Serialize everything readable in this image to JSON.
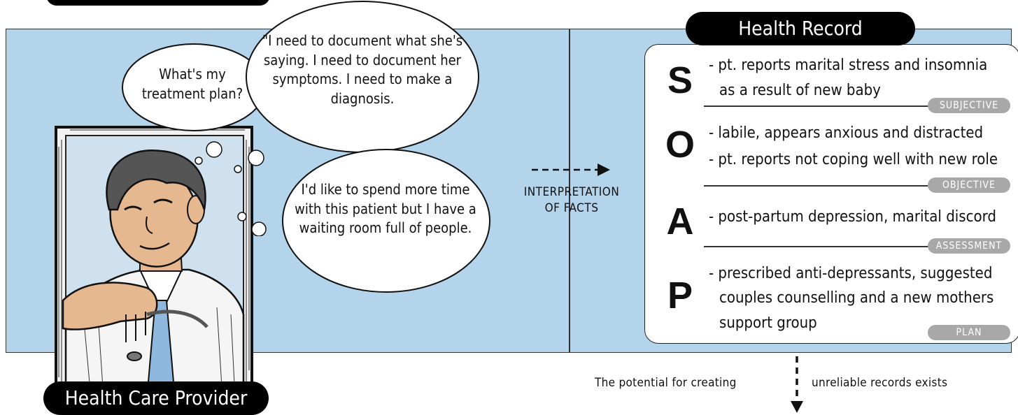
{
  "provider": {
    "label": "Health Care Provider",
    "thoughts": {
      "treatment": "What's my treatment plan?",
      "document": "\"I need to document what she's saying. I need to document her symptoms. I need to make a diagnosis.",
      "time": "I'd like to spend more time with this patient but I have a waiting room full of people."
    }
  },
  "interpretation": {
    "line1": "INTERPRETATION",
    "line2": "OF FACTS"
  },
  "record": {
    "title": "Health Record",
    "sections": [
      {
        "letter": "S",
        "lines": [
          "- pt. reports marital stress and insomnia",
          "as a result of new baby"
        ],
        "tag": "SUBJECTIVE"
      },
      {
        "letter": "O",
        "lines": [
          "- labile, appears anxious and distracted",
          "- pt. reports not coping well with new role"
        ],
        "tag": "OBJECTIVE"
      },
      {
        "letter": "A",
        "lines": [
          "- post-partum depression, marital discord"
        ],
        "tag": "ASSESSMENT"
      },
      {
        "letter": "P",
        "lines": [
          "- prescribed anti-depressants, suggested",
          "couples counselling and a new mothers",
          "support group"
        ],
        "tag": "PLAN"
      }
    ]
  },
  "footnote": {
    "left": "The potential for creating",
    "right": "unreliable records exists"
  },
  "colors": {
    "panel": "#b3d4eb",
    "pill": "#000000",
    "tag": "#a8a8a8"
  },
  "icons": [
    "doctor-illustration",
    "thought-bubble",
    "dashed-arrow-right",
    "dashed-arrow-down"
  ]
}
